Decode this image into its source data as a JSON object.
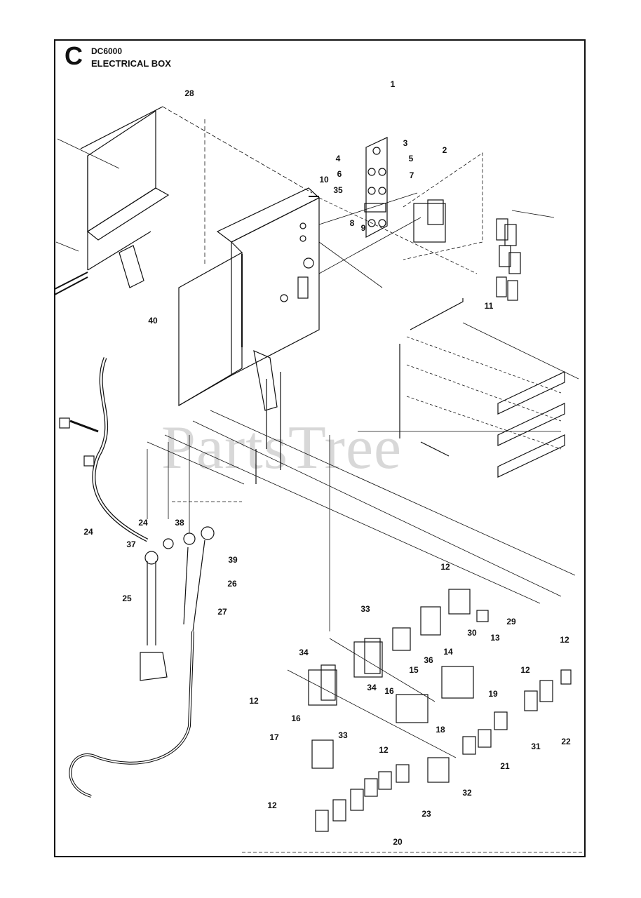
{
  "header": {
    "section_letter": "C",
    "model": "DC6000",
    "title": "ELECTRICAL BOX"
  },
  "watermark": "PartsTree",
  "callouts": [
    "1",
    "2",
    "3",
    "4",
    "5",
    "6",
    "7",
    "35",
    "8",
    "9",
    "10",
    "11",
    "28",
    "40",
    "24",
    "24",
    "37",
    "38",
    "39",
    "26",
    "25",
    "27",
    "12",
    "29",
    "30",
    "33",
    "13",
    "12",
    "14",
    "36",
    "34",
    "16",
    "15",
    "34",
    "19",
    "12",
    "12",
    "16",
    "18",
    "17",
    "33",
    "12",
    "21",
    "31",
    "22",
    "32",
    "23",
    "12",
    "20"
  ]
}
